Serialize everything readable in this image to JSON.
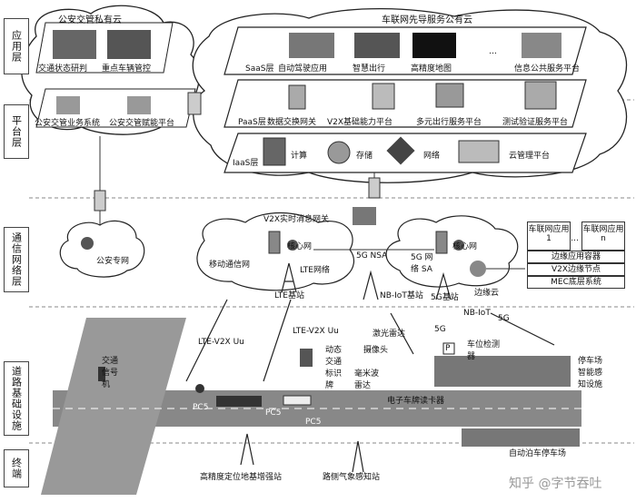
{
  "layers": [
    "应用层",
    "平台层",
    "通信网络层",
    "道路基础设施",
    "终端"
  ],
  "police_cloud": {
    "title": "公安交管私有云",
    "apps": [
      "交通状态研判",
      "重点车辆管控"
    ],
    "platforms": [
      "公安交管业务系统",
      "公安交管赋能平台"
    ]
  },
  "ive_cloud": {
    "title": "车联网先导服务公有云",
    "saas": {
      "label": "SaaS层",
      "items": [
        "自动驾驶应用",
        "智慧出行",
        "高精度地图",
        "…",
        "信息公共服务平台"
      ]
    },
    "paas": {
      "label": "PaaS层",
      "items": [
        "数据交换网关",
        "V2X基础能力平台",
        "多元出行服务平台",
        "测试验证服务平台"
      ]
    },
    "iaas": {
      "label": "IaaS层",
      "items": [
        "计算",
        "存储",
        "网络",
        "云管理平台"
      ]
    }
  },
  "network": {
    "police_net": "公安专网",
    "v2x_gateway": "V2X实时消息网关",
    "core1": "核心网",
    "core2": "核心网",
    "mobile_net": "移动通信网",
    "lte_net": "LTE网络",
    "nsa": "5G NSA",
    "sa": "5G 网络 SA",
    "lte_bs": "LTE基站",
    "nbiot_bs": "NB-IoT基站",
    "bs_5g": "5G基站",
    "edge_cloud": "边缘云"
  },
  "edge_stack": {
    "app1": "车联网应用1",
    "dots": "…",
    "appn": "车联网应用n",
    "rows": [
      "边缘应用容器",
      "V2X边缘节点",
      "MEC底层系统"
    ]
  },
  "road": {
    "lte_uu": "LTE-V2X Uu",
    "lte_uu2": "LTE-V2X Uu",
    "nbiot": "NB-IoT",
    "g5a": "5G",
    "g5b": "5G",
    "signal": "交通信号机",
    "dynamic_sign": "动态交通标识牌",
    "lidar": "激光雷达",
    "camera": "摄像头",
    "mmwave": "毫米波雷达",
    "parking_detector": "车位检测器",
    "plate_reader": "电子车牌读卡器",
    "smart_parking": "停车场智能感知设施",
    "auto_parking": "自动泊车停车场",
    "pc5a": "PC5",
    "pc5b": "PC5",
    "pc5c": "PC5",
    "p_sign": "P"
  },
  "terminals": [
    "高精度定位地基增强站",
    "路侧气象感知站"
  ],
  "watermark": "知乎 @字节吞吐"
}
